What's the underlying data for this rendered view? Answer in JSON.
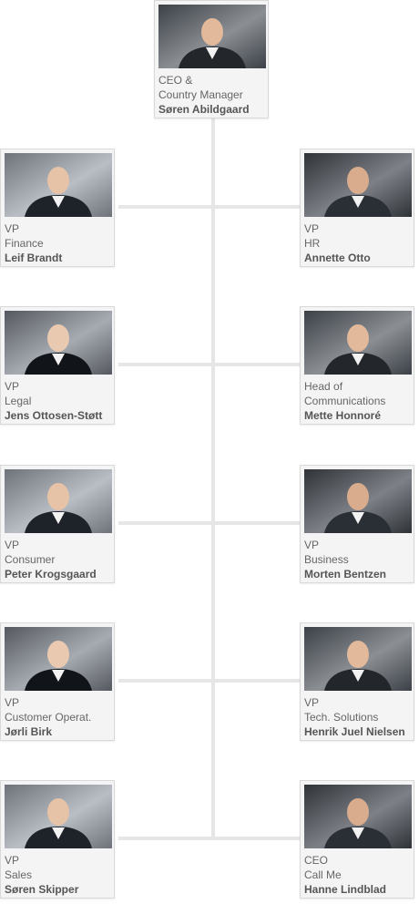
{
  "colors": {
    "connector": "#e6e6e6",
    "card_bg": "#f4f4f4",
    "card_border": "#d9d9d9",
    "text": "#666666",
    "name_text": "#555555"
  },
  "ceo": {
    "line1": "CEO &",
    "line2": "Country Manager",
    "name": "Søren Abildgaard",
    "photo": "portrait-photo"
  },
  "rows": [
    {
      "left": {
        "line1": "VP",
        "line2": "Finance",
        "name": "Leif Brandt",
        "photo": "portrait-photo"
      },
      "right": {
        "line1": "VP",
        "line2": "HR",
        "name": "Annette Otto",
        "photo": "portrait-photo"
      }
    },
    {
      "left": {
        "line1": "VP",
        "line2": "Legal",
        "name": "Jens Ottosen-Støtt",
        "photo": "portrait-photo"
      },
      "right": {
        "line1": "Head of",
        "line2": "Communications",
        "name": "Mette Honnoré",
        "photo": "portrait-photo"
      }
    },
    {
      "left": {
        "line1": "VP",
        "line2": "Consumer",
        "name": "Peter Krogsgaard",
        "photo": "portrait-photo"
      },
      "right": {
        "line1": "VP",
        "line2": "Business",
        "name": "Morten Bentzen",
        "photo": "portrait-photo"
      }
    },
    {
      "left": {
        "line1": "VP",
        "line2": "Customer Operat.",
        "name": "Jørli Birk",
        "photo": "portrait-photo"
      },
      "right": {
        "line1": "VP",
        "line2": "Tech. Solutions",
        "name": "Henrik Juel Nielsen",
        "photo": "portrait-photo"
      }
    },
    {
      "left": {
        "line1": "VP",
        "line2": "Sales",
        "name": "Søren Skipper",
        "photo": "portrait-photo"
      },
      "right": {
        "line1": "CEO",
        "line2": "Call Me",
        "name": "Hanne Lindblad",
        "photo": "portrait-photo"
      }
    }
  ]
}
